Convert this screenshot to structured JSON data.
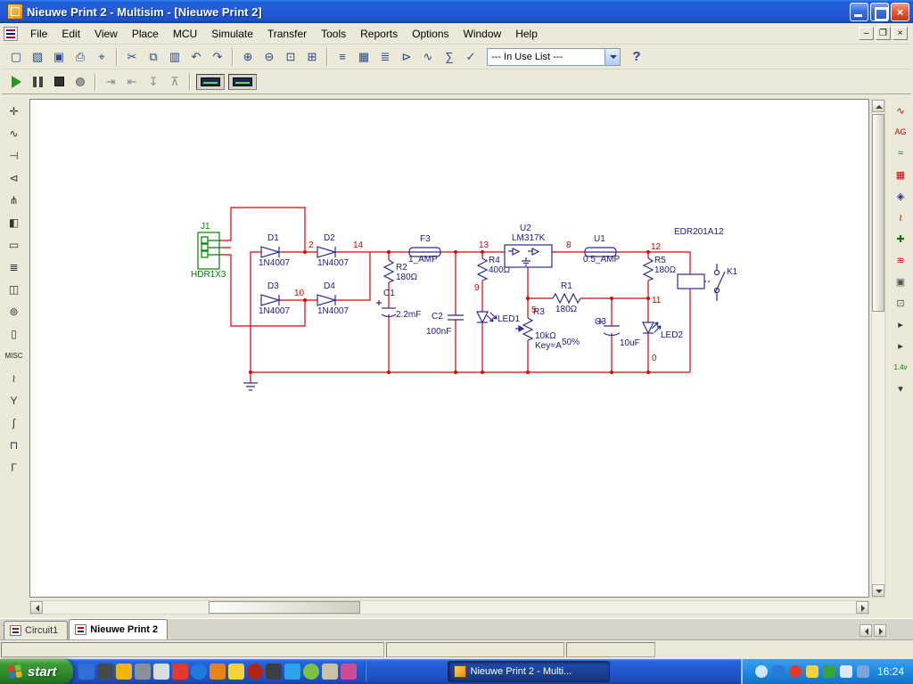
{
  "window": {
    "title": "Nieuwe Print 2 - Multisim - [Nieuwe Print 2]"
  },
  "menu": {
    "items": [
      "File",
      "Edit",
      "View",
      "Place",
      "MCU",
      "Simulate",
      "Transfer",
      "Tools",
      "Reports",
      "Options",
      "Window",
      "Help"
    ]
  },
  "toolbar": {
    "in_use_list": "--- In Use List ---",
    "help": "?"
  },
  "icons": {
    "main": [
      "▢",
      "▧",
      "▣",
      "⎙",
      "⌖",
      "✂",
      "⧉",
      "▥",
      "↶",
      "↷",
      "⊕",
      "⊖",
      "⊡",
      "⊞",
      "≡",
      "▦",
      "≣",
      "⊳",
      "∿",
      "∑",
      "✓"
    ],
    "left": [
      "✛",
      "∿",
      "⊣",
      "⊲",
      "⋔",
      "◧",
      "▭",
      "≣",
      "◫",
      "⊚",
      "▯",
      "MISC",
      "≀",
      "Y",
      "∫",
      "⊓",
      "Γ"
    ],
    "right": [
      "∿",
      "AG",
      "≈",
      "▦",
      "◈",
      "≀",
      "✚",
      "≋",
      "▣",
      "⊡",
      "▸",
      "▸",
      "1.4v",
      "▾"
    ]
  },
  "tabs": {
    "tab1": "Circuit1",
    "tab2": "Nieuwe Print 2"
  },
  "schematic": {
    "j1": {
      "ref": "J1",
      "val": "HDR1X3"
    },
    "d1": {
      "ref": "D1",
      "val": "1N4007"
    },
    "d2": {
      "ref": "D2",
      "val": "1N4007"
    },
    "d3": {
      "ref": "D3",
      "val": "1N4007"
    },
    "d4": {
      "ref": "D4",
      "val": "1N4007"
    },
    "r1": {
      "ref": "R1",
      "val": "180Ω"
    },
    "r2": {
      "ref": "R2",
      "val": "180Ω"
    },
    "r3": {
      "ref": "R3",
      "val": "10kΩ",
      "key": "Key=A",
      "pct": "50%"
    },
    "r4": {
      "ref": "R4",
      "val": "400Ω"
    },
    "r5": {
      "ref": "R5",
      "val": "180Ω"
    },
    "c1": {
      "ref": "C1",
      "val": "2.2mF"
    },
    "c2": {
      "ref": "C2",
      "val": "100nF"
    },
    "c3": {
      "ref": "C3",
      "val": "10uF"
    },
    "f3": {
      "ref": "F3",
      "val": "1_AMP"
    },
    "u1": {
      "ref": "U1",
      "val": "0.5_AMP"
    },
    "u2": {
      "ref": "U2",
      "val": "LM317K"
    },
    "led1": {
      "ref": "LED1"
    },
    "led2": {
      "ref": "LED2"
    },
    "k1": {
      "ref": "K1",
      "val": "EDR201A12"
    },
    "nets": {
      "n0": "0",
      "n2": "2",
      "n5": "5",
      "n8": "8",
      "n9": "9",
      "n10": "10",
      "n11": "11",
      "n12": "12",
      "n13": "13",
      "n14": "14"
    }
  },
  "taskbar": {
    "start": "start",
    "task": "Nieuwe Print 2 - Multi...",
    "clock": "16:24"
  }
}
